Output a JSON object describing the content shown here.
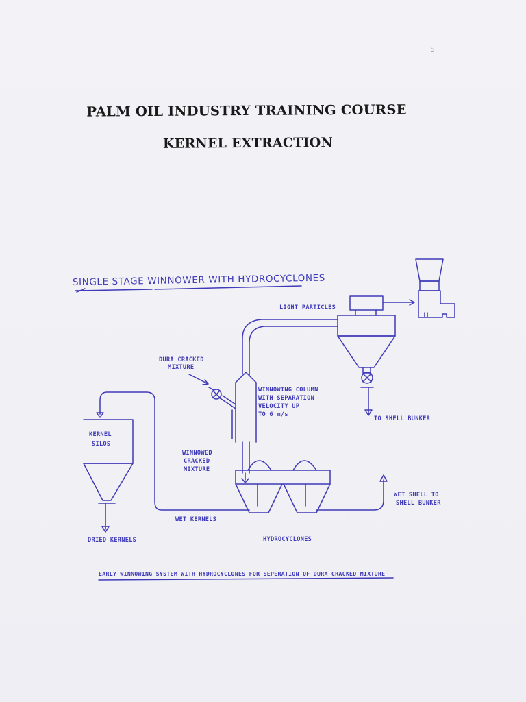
{
  "document": {
    "course_title": "PALM OIL INDUSTRY TRAINING COURSE",
    "section_title": "KERNEL  EXTRACTION",
    "corner_mark": "5"
  },
  "diagram": {
    "title": "SINGLE STAGE WINNOWER WITH HYDROCYCLONES",
    "caption": "EARLY WINNOWING SYSTEM WITH HYDROCYCLONES FOR SEPERATION OF DURA CRACKED MIXTURE",
    "ink_color": "#3f3ab8",
    "labels": {
      "light_particles": "LIGHT PARTICLES",
      "dura_line1": "DURA CRACKED",
      "dura_line2": "MIXTURE",
      "column_line1": "WINNOWING COLUMN",
      "column_line2": "WITH SEPARATION",
      "column_line3": "VELOCITY UP",
      "column_line4": "TO  6 m/s",
      "to_shell_bunker": "TO SHELL BUNKER",
      "kernel_line1": "KERNEL",
      "kernel_line2": "SILOS",
      "winnowed_line1": "WINNOWED",
      "winnowed_line2": "CRACKED",
      "winnowed_line3": "MIXTURE",
      "wet_shell_line1": "WET SHELL TO",
      "wet_shell_line2": "SHELL BUNKER",
      "wet_kernels": "WET KERNELS",
      "dried_kernels": "DRIED KERNELS",
      "hydrocyclones": "HYDROCYCLONES"
    }
  }
}
